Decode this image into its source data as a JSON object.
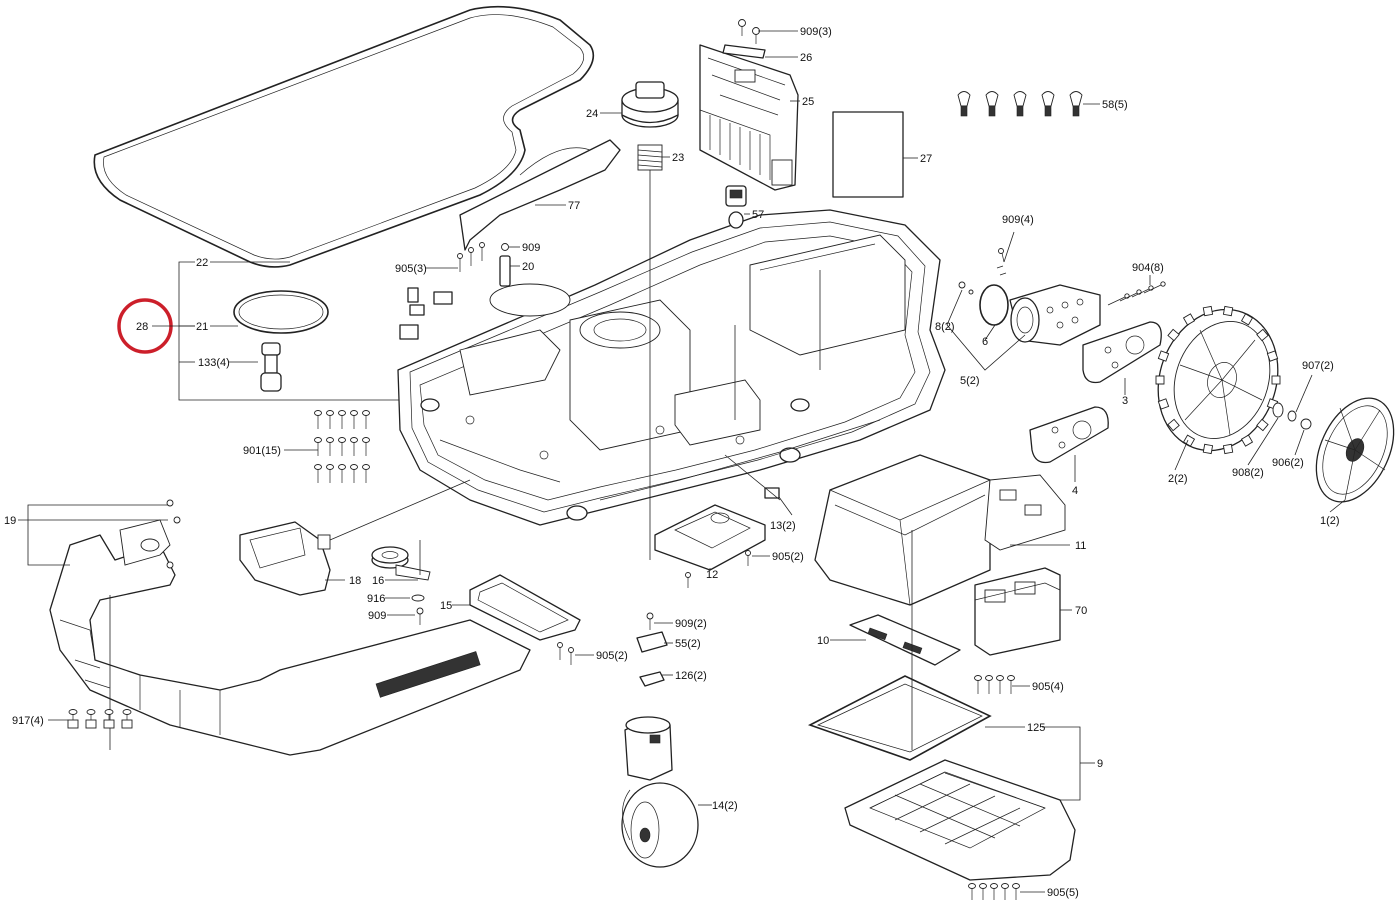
{
  "highlight": {
    "color": "#cc1f2a",
    "label": "28"
  },
  "labels": {
    "l22": "22",
    "l21": "21",
    "l133": "133(4)",
    "l901": "901(15)",
    "l19": "19",
    "l917": "917(4)",
    "l18": "18",
    "l16": "16",
    "l916": "916",
    "l909a": "909",
    "l15": "15",
    "l12": "12",
    "l905b": "905(2)",
    "l905a": "905(2)",
    "l909b": "909(2)",
    "l552": "55(2)",
    "l126": "126(2)",
    "l14": "14(2)",
    "l132": "13(2)",
    "l10": "10",
    "l11": "11",
    "l70": "70",
    "l905c": "905(4)",
    "l125": "125",
    "l9": "9",
    "l905d": "905(5)",
    "l9093": "909(3)",
    "l2826": "26",
    "l25": "25",
    "l24": "24",
    "l23": "23",
    "l77": "77",
    "l57": "57",
    "l27": "27",
    "l909t": "909",
    "l20": "20",
    "l9053": "905(3)",
    "l584": "58(5)",
    "l9094": "909(4)",
    "l9048": "904(8)",
    "l82": "8(2)",
    "l6": "6",
    "l52": "5(2)",
    "l3": "3",
    "l4": "4",
    "l22w": "2(2)",
    "l9082": "908(2)",
    "l9072": "907(2)",
    "l9062": "906(2)",
    "l12w": "1(2)"
  }
}
